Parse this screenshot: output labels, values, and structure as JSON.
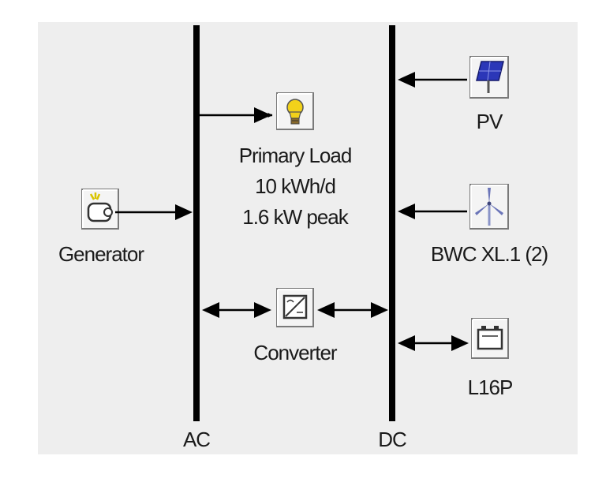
{
  "diagram": {
    "buses": {
      "ac": {
        "label": "AC"
      },
      "dc": {
        "label": "DC"
      }
    },
    "components": {
      "primary_load": {
        "name": "Primary Load",
        "energy": "10 kWh/d",
        "peak": "1.6 kW peak"
      },
      "generator": {
        "name": "Generator"
      },
      "converter": {
        "name": "Converter"
      },
      "pv": {
        "name": "PV"
      },
      "wind": {
        "name": "BWC XL.1 (2)"
      },
      "battery": {
        "name": "L16P"
      }
    },
    "colors": {
      "background": "#eeeeee",
      "bus_line": "#000000",
      "icon_frame_light": "#ffffff",
      "icon_frame_dark": "#7a7a7a",
      "pv_panel": "#2b37b8",
      "bulb": "#f2d21a"
    }
  }
}
